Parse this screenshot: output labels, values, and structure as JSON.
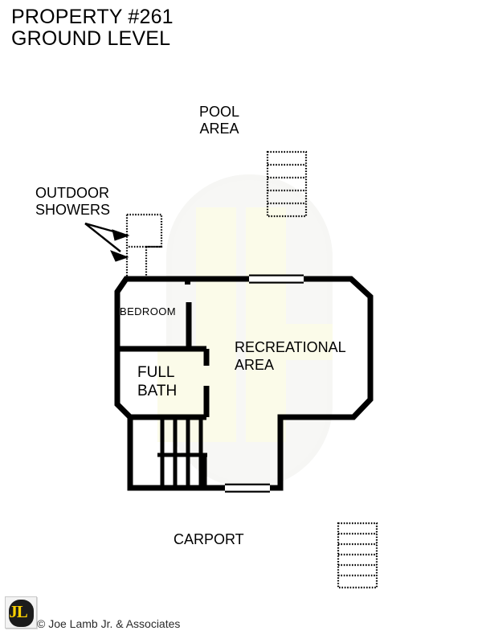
{
  "title": {
    "line1": "PROPERTY #261",
    "line2": "GROUND LEVEL"
  },
  "labels": {
    "pool_line1": "POOL",
    "pool_line2": "AREA",
    "outdoor_line1": "OUTDOOR",
    "outdoor_line2": "SHOWERS",
    "bedroom": "BEDROOM",
    "full_bath_line1": "FULL",
    "full_bath_line2": "BATH",
    "recreational_line1": "RECREATIONAL",
    "recreational_line2": "AREA",
    "carport": "CARPORT"
  },
  "footer": {
    "logo_text": "JL",
    "copyright": "© Joe Lamb Jr. & Associates"
  },
  "colors": {
    "wall": "#000000",
    "background": "#ffffff",
    "watermark_cream": "#fbfbe8",
    "watermark_gray": "#f5f5f5",
    "logo_dark": "#1c1c1c",
    "logo_yellow": "#ffd200"
  },
  "plan": {
    "pool_stairs_steps": 5,
    "carport_stairs_steps": 6,
    "interior_stair_treads": 4,
    "outdoor_shower_count": 2,
    "door_openings": 2
  }
}
